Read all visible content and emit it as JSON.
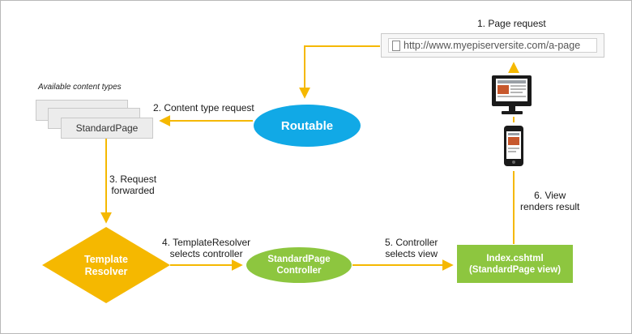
{
  "diagram": {
    "steps": {
      "page_request": "1. Page request",
      "content_type_request": "2. Content type request",
      "request_forwarded": "3. Request\nforwarded",
      "template_resolver_selects": "4. TemplateResolver\nselects controller",
      "controller_selects_view": "5. Controller\nselects view",
      "view_renders": "6. View\nrenders result"
    },
    "browser": {
      "url": "http://www.myepiserversite.com/a-page"
    },
    "content_types": {
      "caption": "Available content types",
      "front_card": "StandardPage"
    },
    "nodes": {
      "routable": "Routable",
      "template_resolver": "Template\nResolver",
      "controller": "StandardPage\nController",
      "view": "Index.cshtml\n(StandardPage view)"
    },
    "colors": {
      "arrow": "#f5b800",
      "routable": "#11a9e6",
      "resolver": "#f5b800",
      "controller": "#8dc63f",
      "view": "#8dc63f"
    },
    "icons": [
      "desktop-monitor-icon",
      "mobile-phone-icon",
      "page-icon"
    ]
  }
}
